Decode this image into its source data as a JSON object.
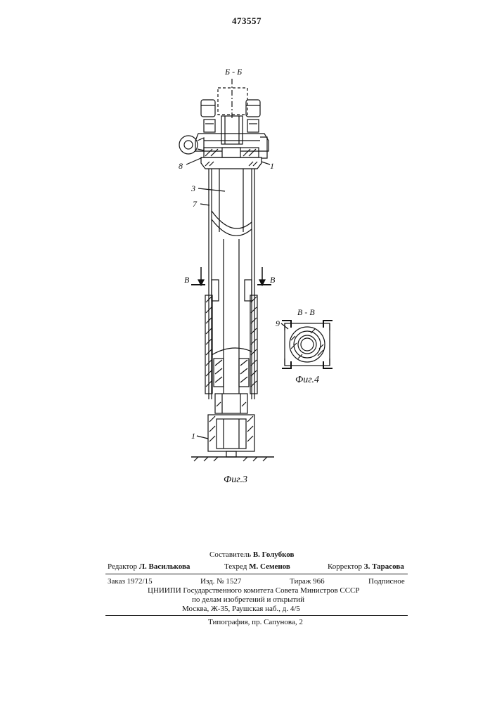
{
  "patent_number": "473557",
  "figure_labels": {
    "section_bb": "Б - Б",
    "section_vv_left": "В",
    "section_vv_right": "В",
    "section_vv_title": "В - В",
    "part_8": "8",
    "part_1_top": "1",
    "part_3": "3",
    "part_7": "7",
    "part_9": "9",
    "part_1_bottom": "1",
    "fig3_caption": "Фиг.3",
    "fig4_caption": "Фиг.4"
  },
  "footer": {
    "compiler_label": "Составитель",
    "compiler_name": "В. Голубков",
    "editor_label": "Редактор",
    "editor_name": "Л. Василькова",
    "techred_label": "Техред",
    "techred_name": "М. Семенов",
    "corrector_label": "Корректор",
    "corrector_name": "З. Тарасова",
    "order": "Заказ 1972/15",
    "edition": "Изд. № 1527",
    "circulation": "Тираж 966",
    "subscription": "Подписное",
    "org_line1": "ЦНИИПИ Государственного комитета Совета Министров СССР",
    "org_line2": "по делам изобретений и открытий",
    "org_line3": "Москва, Ж-35, Раушская наб., д. 4/5",
    "printing_house": "Типография, пр. Сапунова, 2"
  }
}
